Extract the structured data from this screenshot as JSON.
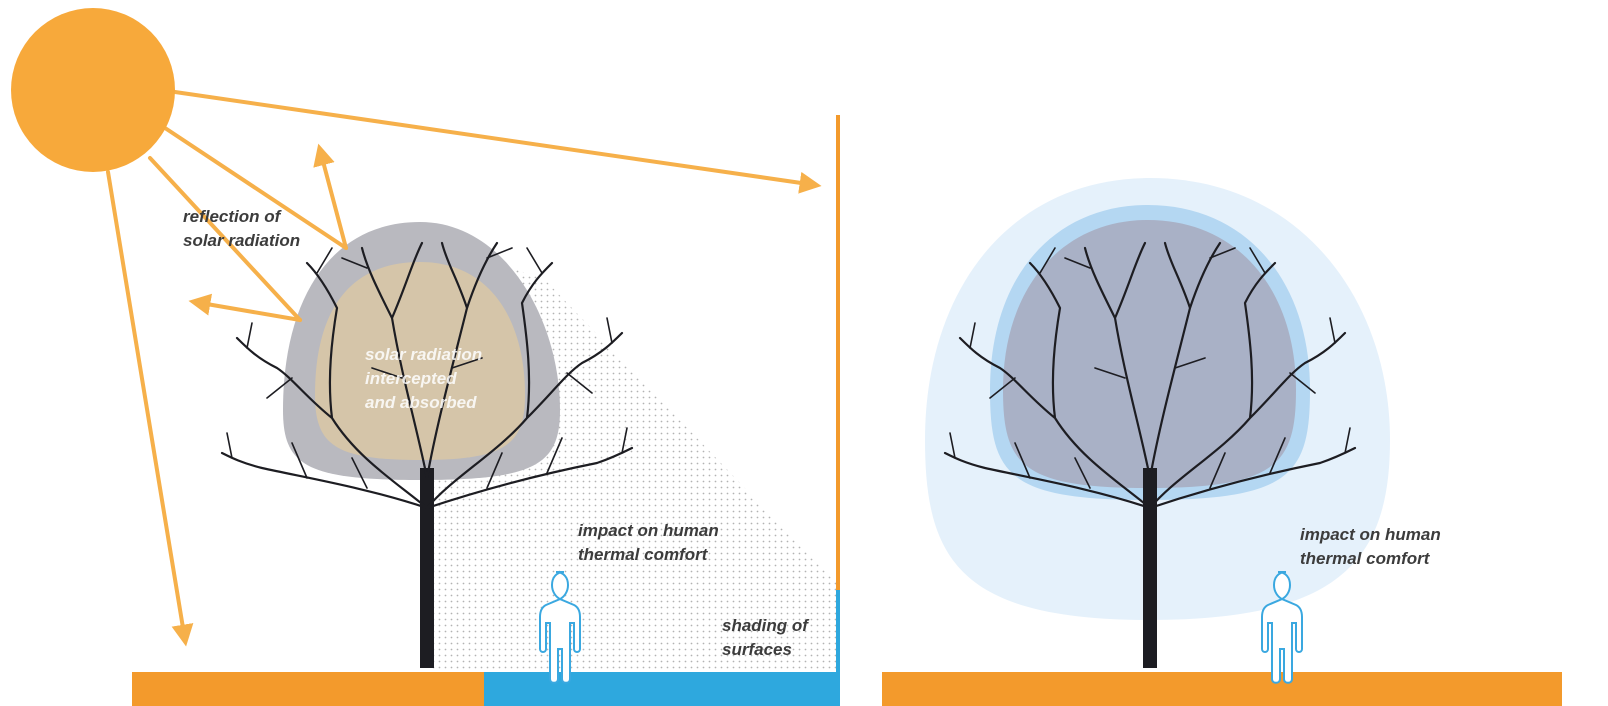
{
  "labels": {
    "reflection_line1": "reflection of",
    "reflection_line2": "solar radiation",
    "intercepted_line1": "solar radiation",
    "intercepted_line2": "intercepted",
    "intercepted_line3": "and absorbed",
    "impact_left_line1": "impact on human",
    "impact_left_line2": "thermal comfort",
    "shading_line1": "shading of",
    "shading_line2": "surfaces",
    "impact_right_line1": "impact on human",
    "impact_right_line2": "thermal comfort"
  },
  "colors": {
    "sun": "#f7a93b",
    "ray": "#f6b04a",
    "ground": "#f39a2c",
    "shaded_ground": "#2ea8de",
    "wall": "#f39a2c",
    "canopy_left": "#b9b9bf",
    "canopy_inner": "#d8c7a6",
    "tree": "#1d1d22",
    "cool_halo_outer": "#e5f1fb",
    "cool_halo_mid": "#b4d7f2",
    "canopy_right": "#a9b1c6",
    "person_outline": "#3aa8e0"
  },
  "icons": [
    "sun-icon",
    "tree-icon",
    "person-icon"
  ]
}
